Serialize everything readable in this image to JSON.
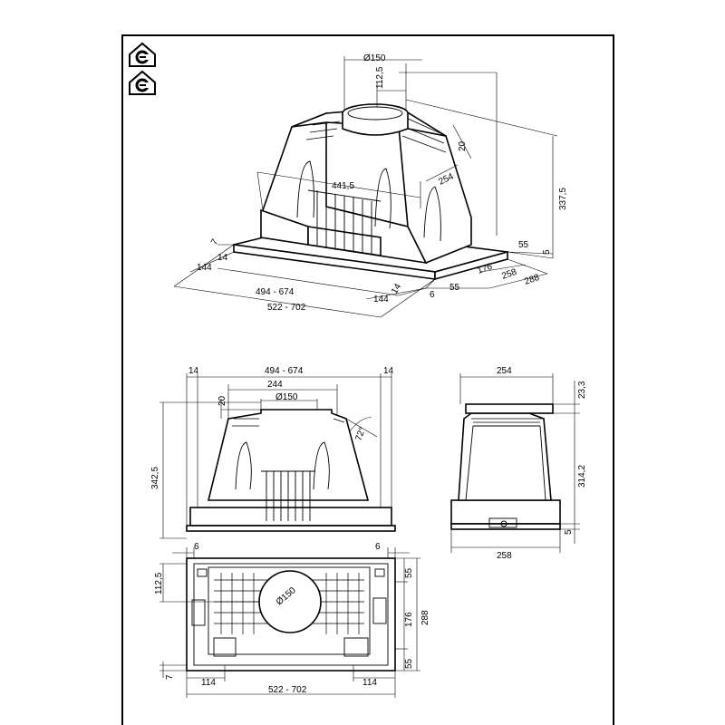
{
  "certification_marks": [
    {
      "icon": "house-ce-mark-icon"
    },
    {
      "icon": "house-ce-mark-icon"
    }
  ],
  "isometric": {
    "duct_diameter": "Ø150",
    "duct_offset": "112,5",
    "flange_height": "20",
    "total_height": "337,5",
    "inner_width": "441,5",
    "inner_depth": "254",
    "left_small": "7",
    "left_14": "14",
    "left_144": "144",
    "width_range": "494 - 674",
    "outer_range": "522 - 702",
    "front_14": "14",
    "front_144": "144",
    "front_6": "6",
    "side_5": "5",
    "side_55a": "55",
    "side_55b": "55",
    "side_176": "176",
    "side_258": "258",
    "side_288": "288"
  },
  "front_view": {
    "left_14": "14",
    "width_range": "494 - 674",
    "right_14": "14",
    "duct_span": "244",
    "flange": "20",
    "duct_diameter": "Ø150",
    "angle": "72°",
    "height": "342,5"
  },
  "side_view": {
    "depth": "254",
    "top": "23,3",
    "height": "314,2",
    "bottom": "5",
    "base_depth": "258"
  },
  "top_view": {
    "left_6": "6",
    "right_6": "6",
    "duct_offset": "112,5",
    "duct_diameter": "Ø150",
    "edge_7": "7",
    "left_114": "114",
    "right_114": "114",
    "outer_range": "522 - 702",
    "right_55a": "55",
    "right_176": "176",
    "right_55b": "55",
    "overall_288": "288"
  }
}
